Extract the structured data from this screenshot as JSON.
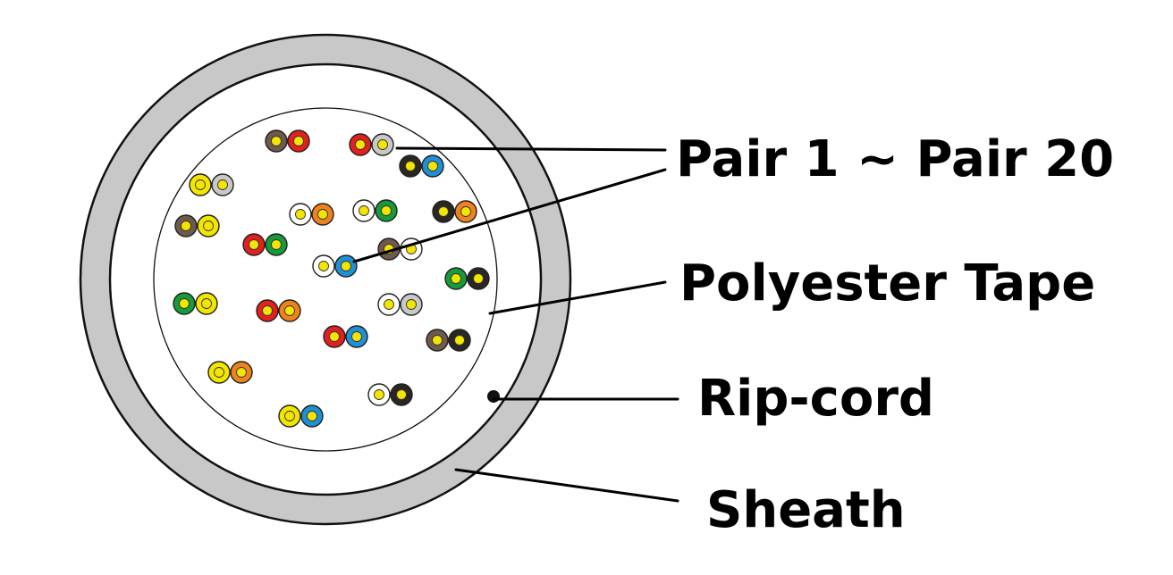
{
  "labels": {
    "pairs": "Pair 1 ~ Pair 20",
    "tape": "Polyester Tape",
    "ripcord": "Rip-cord",
    "sheath": "Sheath"
  },
  "colors": {
    "sheath": "#c8c8c8",
    "outline": "#111111",
    "background": "#ffffff",
    "conductor": "#f2e600",
    "ripcord": "#111111"
  },
  "insulation_colors": {
    "blue": "#1f8fd6",
    "orange": "#f0821e",
    "green": "#159a3c",
    "brown": "#6e5a4c",
    "slate": "#c8c8c8",
    "white": "#ffffff",
    "red": "#e3201c",
    "black": "#2a2622",
    "yellow": "#f2e600"
  },
  "pairs": [
    {
      "a": "brown",
      "b": "red"
    },
    {
      "a": "red",
      "b": "slate"
    },
    {
      "a": "black",
      "b": "blue"
    },
    {
      "a": "yellow",
      "b": "slate"
    },
    {
      "a": "white",
      "b": "orange"
    },
    {
      "a": "white",
      "b": "green"
    },
    {
      "a": "black",
      "b": "orange"
    },
    {
      "a": "brown",
      "b": "yellow"
    },
    {
      "a": "red",
      "b": "green"
    },
    {
      "a": "white",
      "b": "blue"
    },
    {
      "a": "brown",
      "b": "white"
    },
    {
      "a": "green",
      "b": "black"
    },
    {
      "a": "green",
      "b": "yellow"
    },
    {
      "a": "red",
      "b": "orange"
    },
    {
      "a": "white",
      "b": "slate"
    },
    {
      "a": "red",
      "b": "blue"
    },
    {
      "a": "brown",
      "b": "black"
    },
    {
      "a": "yellow",
      "b": "orange"
    },
    {
      "a": "white",
      "b": "black"
    },
    {
      "a": "yellow",
      "b": "blue"
    }
  ]
}
